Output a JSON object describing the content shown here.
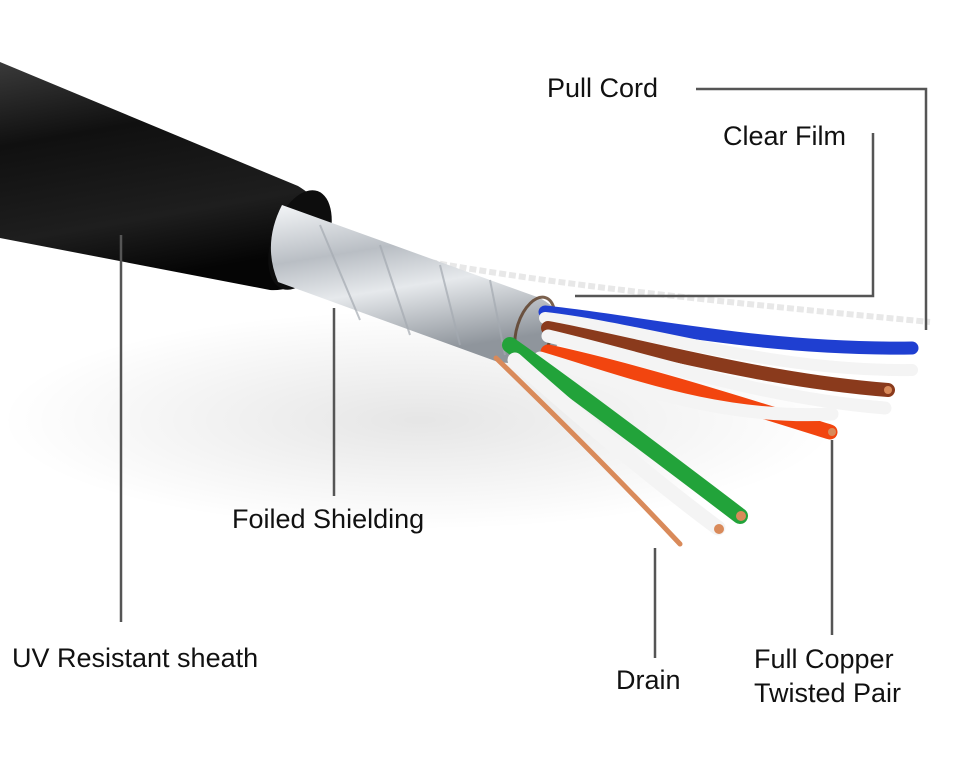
{
  "labels": {
    "pull_cord": "Pull Cord",
    "clear_film": "Clear Film",
    "foiled_shielding": "Foiled Shielding",
    "uv_sheath": "UV Resistant sheath",
    "drain": "Drain",
    "copper_line1": "Full Copper",
    "copper_line2": "Twisted Pair"
  },
  "colors": {
    "sheath": "#141414",
    "foil": "#c9cdd2",
    "blue": "#1f3fd1",
    "brown": "#8a3a1c",
    "orange": "#f2450f",
    "green": "#22a33a",
    "white_wire": "#f4f4f4",
    "copper": "#d98a5a",
    "leader_line": "#555555"
  }
}
